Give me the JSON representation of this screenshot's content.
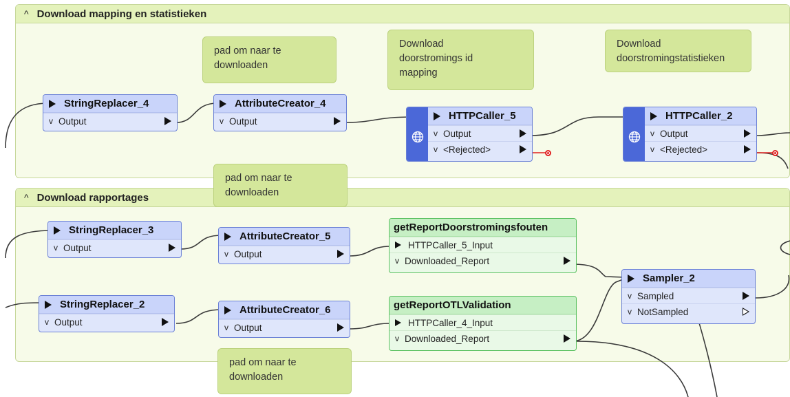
{
  "bookmarks": [
    {
      "title": "Download mapping en statistieken",
      "caret": "^"
    },
    {
      "title": "Download rapportages",
      "caret": "^"
    }
  ],
  "notes": {
    "n1": "pad om naar te\ndownloaden",
    "n2": "Download\ndoorstromings id\nmapping",
    "n3": "Download\ndoorstromingstatistieken",
    "n4": "pad om naar te\ndownloaden",
    "n5": "pad om naar te\ndownloaden"
  },
  "transformers": {
    "sr4": {
      "title": "StringReplacer_4",
      "ports": [
        "Output"
      ]
    },
    "ac4": {
      "title": "AttributeCreator_4",
      "ports": [
        "Output"
      ]
    },
    "http5": {
      "title": "HTTPCaller_5",
      "ports": [
        "Output",
        "<Rejected>"
      ]
    },
    "http2": {
      "title": "HTTPCaller_2",
      "ports": [
        "Output",
        "<Rejected>"
      ]
    },
    "sr3": {
      "title": "StringReplacer_3",
      "ports": [
        "Output"
      ]
    },
    "ac5": {
      "title": "AttributeCreator_5",
      "ports": [
        "Output"
      ]
    },
    "sr2": {
      "title": "StringReplacer_2",
      "ports": [
        "Output"
      ]
    },
    "ac6": {
      "title": "AttributeCreator_6",
      "ports": [
        "Output"
      ]
    },
    "sampler": {
      "title": "Sampler_2",
      "ports": [
        "Sampled",
        "NotSampled"
      ]
    },
    "grd": {
      "title": "getReportDoorstromingsfouten",
      "input": "HTTPCaller_5_Input",
      "ports": [
        "Downloaded_Report"
      ]
    },
    "gro": {
      "title": "getReportOTLValidation",
      "input": "HTTPCaller_4_Input",
      "ports": [
        "Downloaded_Report"
      ]
    }
  },
  "port_marker": "v",
  "icons": {
    "web": "globe-icon"
  }
}
